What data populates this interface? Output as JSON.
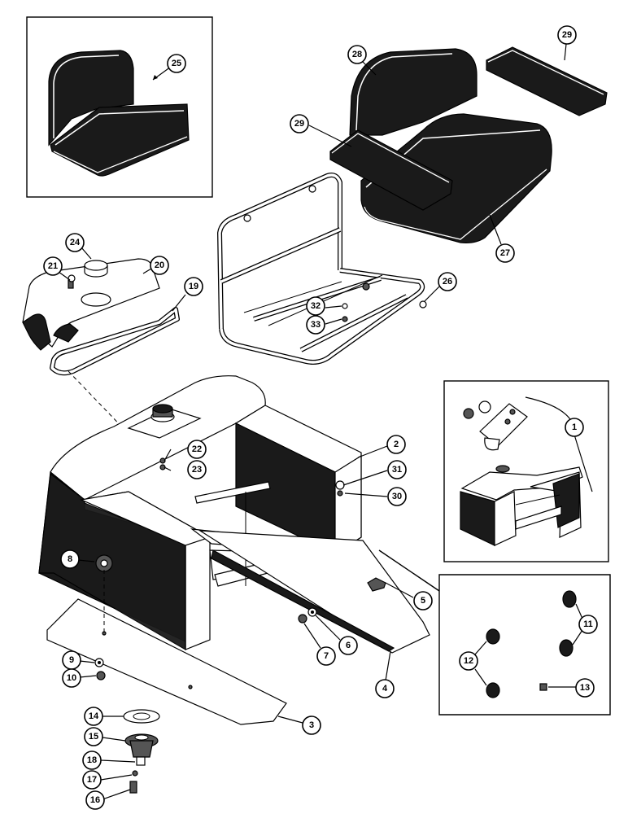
{
  "diagram": {
    "callouts": [
      {
        "id": "c25",
        "label": "25"
      },
      {
        "id": "c28",
        "label": "28"
      },
      {
        "id": "c29a",
        "label": "29"
      },
      {
        "id": "c29b",
        "label": "29"
      },
      {
        "id": "c27",
        "label": "27"
      },
      {
        "id": "c24",
        "label": "24"
      },
      {
        "id": "c21",
        "label": "21"
      },
      {
        "id": "c20",
        "label": "20"
      },
      {
        "id": "c19",
        "label": "19"
      },
      {
        "id": "c26",
        "label": "26"
      },
      {
        "id": "c32",
        "label": "32"
      },
      {
        "id": "c33",
        "label": "33"
      },
      {
        "id": "c1",
        "label": "1"
      },
      {
        "id": "c2",
        "label": "2"
      },
      {
        "id": "c22",
        "label": "22"
      },
      {
        "id": "c23",
        "label": "23"
      },
      {
        "id": "c31",
        "label": "31"
      },
      {
        "id": "c30",
        "label": "30"
      },
      {
        "id": "c8",
        "label": "8"
      },
      {
        "id": "c5",
        "label": "5"
      },
      {
        "id": "c6",
        "label": "6"
      },
      {
        "id": "c7",
        "label": "7"
      },
      {
        "id": "c11",
        "label": "11"
      },
      {
        "id": "c12",
        "label": "12"
      },
      {
        "id": "c13",
        "label": "13"
      },
      {
        "id": "c4",
        "label": "4"
      },
      {
        "id": "c9",
        "label": "9"
      },
      {
        "id": "c10",
        "label": "10"
      },
      {
        "id": "c3",
        "label": "3"
      },
      {
        "id": "c14",
        "label": "14"
      },
      {
        "id": "c15",
        "label": "15"
      },
      {
        "id": "c18",
        "label": "18"
      },
      {
        "id": "c17",
        "label": "17"
      },
      {
        "id": "c16",
        "label": "16"
      }
    ]
  }
}
